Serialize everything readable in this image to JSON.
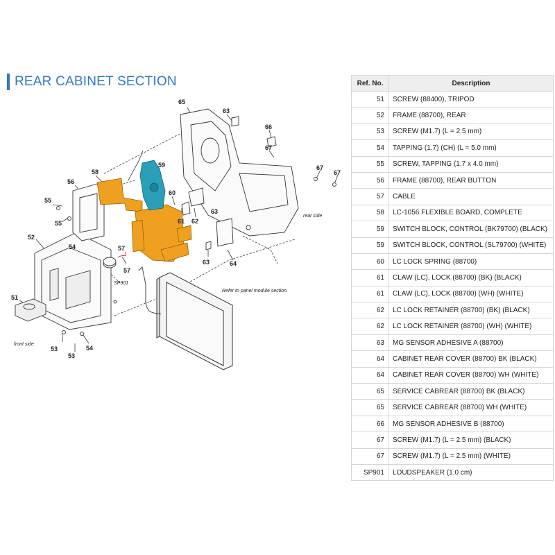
{
  "title": "REAR CABINET SECTION",
  "table": {
    "headers": {
      "ref": "Ref. No.",
      "desc": "Description"
    },
    "rows": [
      {
        "ref": "51",
        "desc": "SCREW (88400), TRIPOD"
      },
      {
        "ref": "52",
        "desc": "FRAME (88700), REAR"
      },
      {
        "ref": "53",
        "desc": "SCREW (M1.7) (L = 2.5 mm)"
      },
      {
        "ref": "54",
        "desc": "TAPPING (1.7) (CH) (L = 5.0 mm)"
      },
      {
        "ref": "55",
        "desc": "SCREW, TAPPING (1.7 x 4.0 mm)"
      },
      {
        "ref": "56",
        "desc": "FRAME (88700), REAR BUTTON"
      },
      {
        "ref": "57",
        "desc": "CABLE"
      },
      {
        "ref": "58",
        "desc": "LC-1056 FLEXIBLE BOARD, COMPLETE"
      },
      {
        "ref": "59",
        "desc": "SWITCH BLOCK, CONTROL (BK79700) (BLACK)"
      },
      {
        "ref": "59",
        "desc": "SWITCH BLOCK, CONTROL (SL79700) (WHITE)"
      },
      {
        "ref": "60",
        "desc": "LC LOCK SPRING (88700)"
      },
      {
        "ref": "61",
        "desc": "CLAW (LC), LOCK (88700) (BK) (BLACK)"
      },
      {
        "ref": "61",
        "desc": "CLAW (LC), LOCK (88700) (WH) (WHITE)"
      },
      {
        "ref": "62",
        "desc": "LC LOCK RETAINER (88700) (BK) (BLACK)"
      },
      {
        "ref": "62",
        "desc": "LC LOCK RETAINER (88700) (WH) (WHITE)"
      },
      {
        "ref": "63",
        "desc": "MG SENSOR ADHESIVE A (88700)"
      },
      {
        "ref": "64",
        "desc": "CABINET REAR COVER (88700) BK (BLACK)"
      },
      {
        "ref": "64",
        "desc": "CABINET REAR COVER (88700) WH (WHITE)"
      },
      {
        "ref": "65",
        "desc": "SERVICE CABREAR (88700) BK (BLACK)"
      },
      {
        "ref": "65",
        "desc": "SERVICE CABREAR (88700) WH (WHITE)"
      },
      {
        "ref": "66",
        "desc": "MG SENSOR ADHESIVE B (88700)"
      },
      {
        "ref": "67",
        "desc": "SCREW (M1.7) (L = 2.5 mm) (BLACK)"
      },
      {
        "ref": "67",
        "desc": "SCREW (M1.7) (L = 2.5 mm) (WHITE)"
      },
      {
        "ref": "SP901",
        "desc": "LOUDSPEAKER (1.0 cm)"
      }
    ]
  },
  "diagram": {
    "callouts": {
      "c51": "51",
      "c52": "52",
      "c53a": "53",
      "c53b": "53",
      "c54a": "54",
      "c54b": "54",
      "c55a": "55",
      "c55b": "55",
      "c56": "56",
      "c57": "57",
      "c57b": "57",
      "c58": "58",
      "c59": "59",
      "c60": "60",
      "c61": "61",
      "c62": "62",
      "c63a": "63",
      "c63b": "63",
      "c63c": "63",
      "c64": "64",
      "c65": "65",
      "c66": "66",
      "c67a": "67",
      "c67b": "67",
      "c67c": "67",
      "sp901": "SP901"
    },
    "notes": {
      "rear_side": "rear side",
      "front_side": "front side",
      "panel_ref": "Refer to panel module section."
    },
    "colors": {
      "flex_board": "#f0a020",
      "switch_block": "#2aa0b8",
      "accent": "#2f77c9"
    }
  }
}
